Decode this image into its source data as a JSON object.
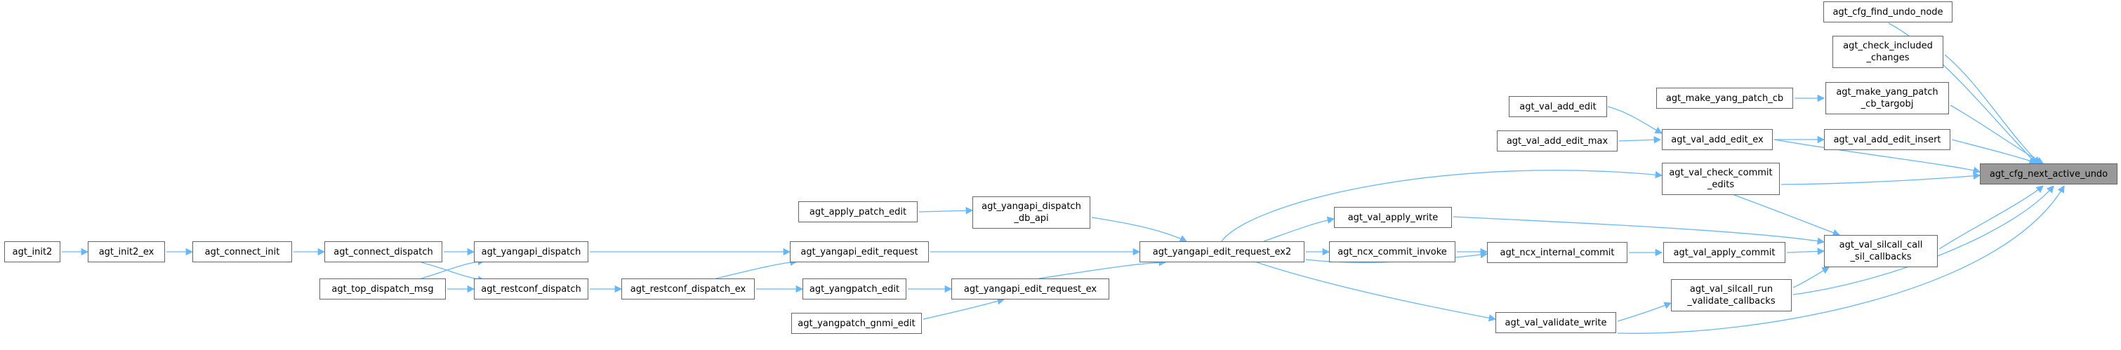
{
  "diagram": {
    "colors": {
      "edge": "#63b8ff",
      "node_border": "#666666",
      "root_fill": "#999999",
      "node_fill": "#ffffff"
    },
    "nodes": {
      "root": {
        "line1": "agt_cfg_next_active_undo"
      },
      "find_undo": {
        "line1": "agt_cfg_find_undo_node"
      },
      "check_included": {
        "line1": "agt_check_included",
        "line2": "_changes"
      },
      "make_patch_targobj": {
        "line1": "agt_make_yang_patch",
        "line2": "_cb_targobj"
      },
      "make_patch_cb": {
        "line1": "agt_make_yang_patch_cb"
      },
      "val_add_edit": {
        "line1": "agt_val_add_edit"
      },
      "val_add_edit_max": {
        "line1": "agt_val_add_edit_max"
      },
      "val_add_edit_ex": {
        "line1": "agt_val_add_edit_ex"
      },
      "val_add_edit_insert": {
        "line1": "agt_val_add_edit_insert"
      },
      "val_check_commit": {
        "line1": "agt_val_check_commit",
        "line2": "_edits"
      },
      "val_silcall": {
        "line1": "agt_val_silcall_call",
        "line2": "_sil_callbacks"
      },
      "val_silcall_run": {
        "line1": "agt_val_silcall_run",
        "line2": "_validate_callbacks"
      },
      "val_apply_commit": {
        "line1": "agt_val_apply_commit"
      },
      "ncx_internal_commit": {
        "line1": "agt_ncx_internal_commit"
      },
      "val_validate_write": {
        "line1": "agt_val_validate_write"
      },
      "val_apply_write": {
        "line1": "agt_val_apply_write"
      },
      "ncx_commit_invoke": {
        "line1": "agt_ncx_commit_invoke"
      },
      "edit_request_ex2": {
        "line1": "agt_yangapi_edit_request_ex2"
      },
      "dispatch_db_api": {
        "line1": "agt_yangapi_dispatch",
        "line2": "_db_api"
      },
      "apply_patch_edit": {
        "line1": "agt_apply_patch_edit"
      },
      "edit_request": {
        "line1": "agt_yangapi_edit_request"
      },
      "edit_request_ex": {
        "line1": "agt_yangapi_edit_request_ex"
      },
      "yangpatch_edit": {
        "line1": "agt_yangpatch_edit"
      },
      "yangpatch_gnmi_edit": {
        "line1": "agt_yangpatch_gnmi_edit"
      },
      "restconf_dispatch_ex": {
        "line1": "agt_restconf_dispatch_ex"
      },
      "yangapi_dispatch": {
        "line1": "agt_yangapi_dispatch"
      },
      "restconf_dispatch": {
        "line1": "agt_restconf_dispatch"
      },
      "connect_dispatch": {
        "line1": "agt_connect_dispatch"
      },
      "top_dispatch_msg": {
        "line1": "agt_top_dispatch_msg"
      },
      "connect_init": {
        "line1": "agt_connect_init"
      },
      "init2_ex": {
        "line1": "agt_init2_ex"
      },
      "init2": {
        "line1": "agt_init2"
      }
    }
  }
}
